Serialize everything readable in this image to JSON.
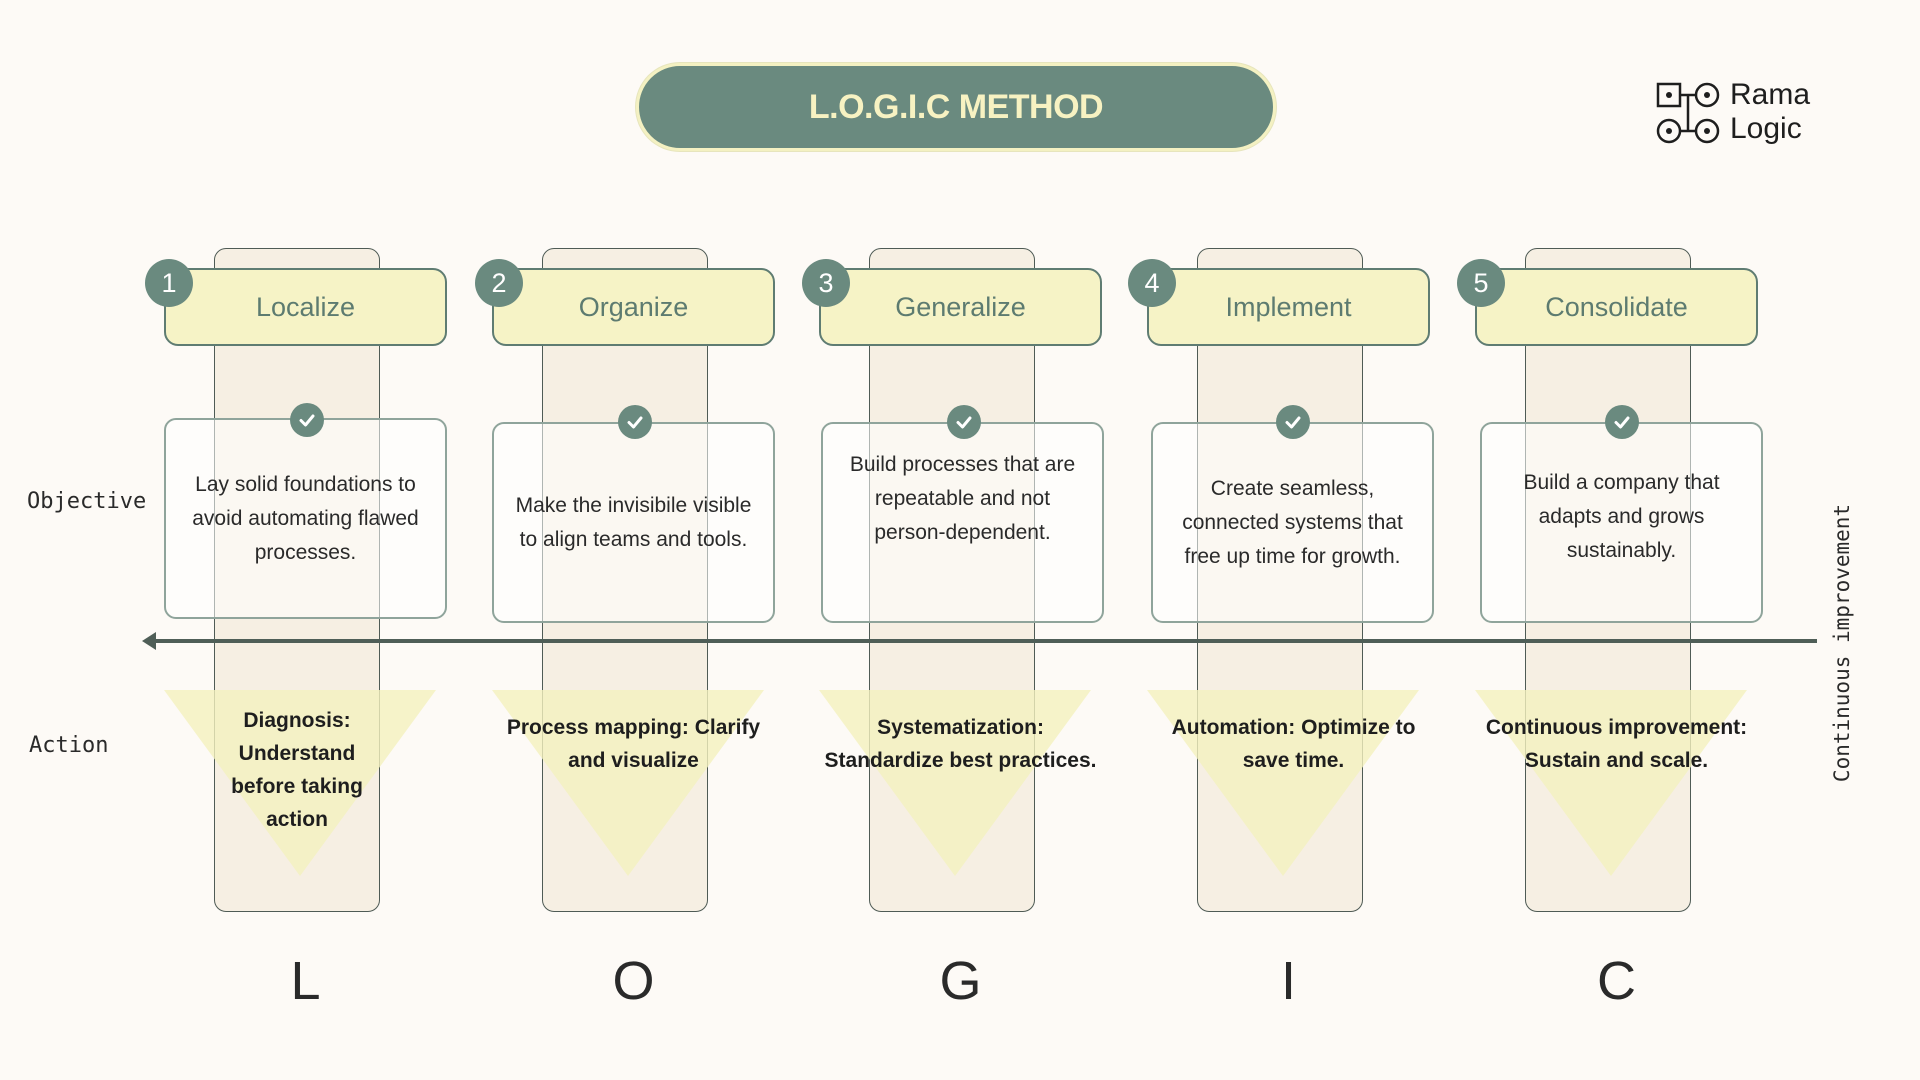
{
  "title": "L.O.G.I.C METHOD",
  "brand": {
    "line1": "Rama",
    "line2": "Logic",
    "icon": "connected-nodes-logo"
  },
  "labels": {
    "objective": "Objective",
    "action": "Action",
    "continuous_improvement": "Continuous improvement"
  },
  "colors": {
    "sage": "#6a8a7f",
    "cream_yellow": "#f6f3c6",
    "strip_beige": "#f6efe3",
    "background": "#fdfaf6"
  },
  "steps": [
    {
      "number": "1",
      "name": "Localize",
      "objective": "Lay solid foundations to avoid automating flawed processes.",
      "action": "Diagnosis: Understand before taking action",
      "letter": "L"
    },
    {
      "number": "2",
      "name": "Organize",
      "objective": "Make the invisibile visible to align teams and tools.",
      "action": "Process mapping: Clarify and visualize",
      "letter": "O"
    },
    {
      "number": "3",
      "name": "Generalize",
      "objective": "Build processes that are repeatable and not person-dependent.",
      "action": "Systematization: Standardize best practices.",
      "letter": "G"
    },
    {
      "number": "4",
      "name": "Implement",
      "objective": "Create seamless, connected systems that free up time for growth.",
      "action": "Automation: Optimize to save time.",
      "letter": "I"
    },
    {
      "number": "5",
      "name": "Consolidate",
      "objective": "Build a company that adapts and grows sustainably.",
      "action": "Continuous improvement: Sustain and scale.",
      "letter": "C"
    }
  ]
}
